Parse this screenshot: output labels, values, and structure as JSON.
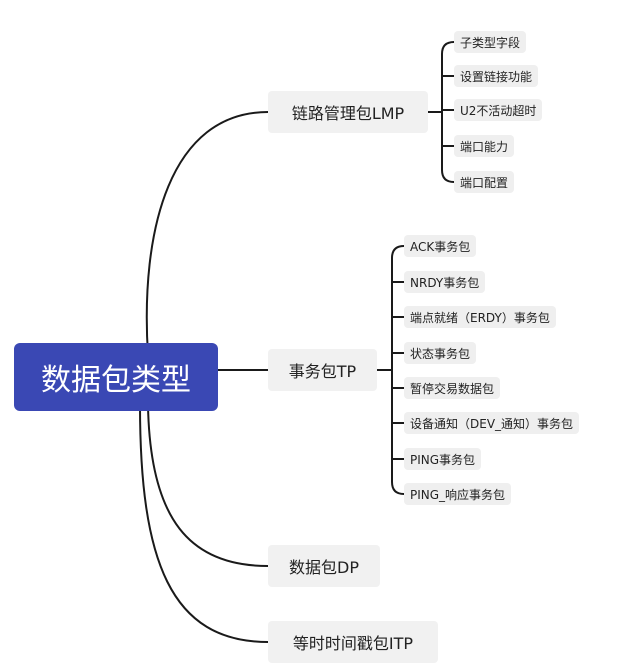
{
  "root": {
    "label": "数据包类型"
  },
  "branches": [
    {
      "label": "链路管理包LMP",
      "children": [
        "子类型字段",
        "设置链接功能",
        "U2不活动超时",
        "端口能力",
        "端口配置"
      ]
    },
    {
      "label": "事务包TP",
      "children": [
        "ACK事务包",
        "NRDY事务包",
        "端点就绪（ERDY）事务包",
        "状态事务包",
        "暂停交易数据包",
        "设备通知（DEV_通知）事务包",
        "PING事务包",
        "PING_响应事务包"
      ]
    },
    {
      "label": "数据包DP",
      "children": []
    },
    {
      "label": "等时时间戳包ITP",
      "children": []
    }
  ],
  "colors": {
    "root_fill": "#3a48b4",
    "node_fill": "#f1f1f1",
    "line": "#1a1a1a"
  }
}
